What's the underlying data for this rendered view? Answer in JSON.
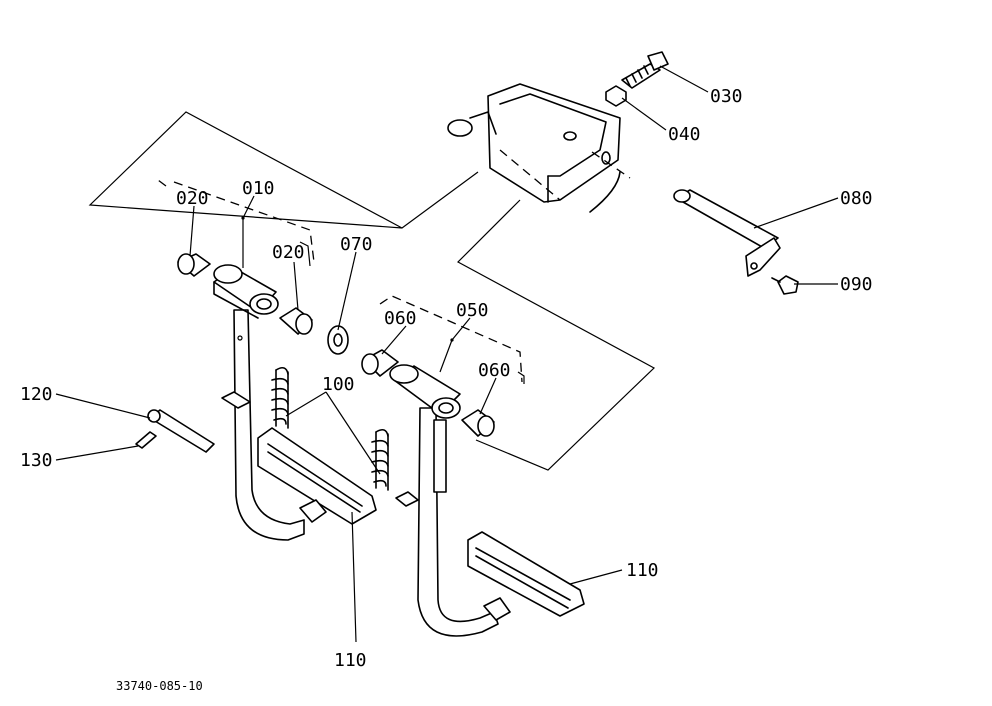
{
  "callouts": {
    "p010": "010",
    "p020a": "020",
    "p020b": "020",
    "p030": "030",
    "p040": "040",
    "p050": "050",
    "p060a": "060",
    "p060b": "060",
    "p070": "070",
    "p080": "080",
    "p090": "090",
    "p100": "100",
    "p110a": "110",
    "p110b": "110",
    "p120": "120",
    "p130": "130"
  },
  "drawing_code": "33740-085-10"
}
